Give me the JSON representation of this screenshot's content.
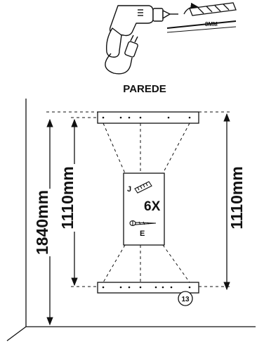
{
  "drill": {
    "bit_size": "8MM"
  },
  "wall_label": "PAREDE",
  "dimensions": {
    "total_height": "1840mm",
    "left_spacing": "1110mm",
    "right_spacing": "1110mm"
  },
  "parts": {
    "dowel_letter": "J",
    "screw_letter": "E",
    "quantity": "6X"
  },
  "step_number": "13"
}
